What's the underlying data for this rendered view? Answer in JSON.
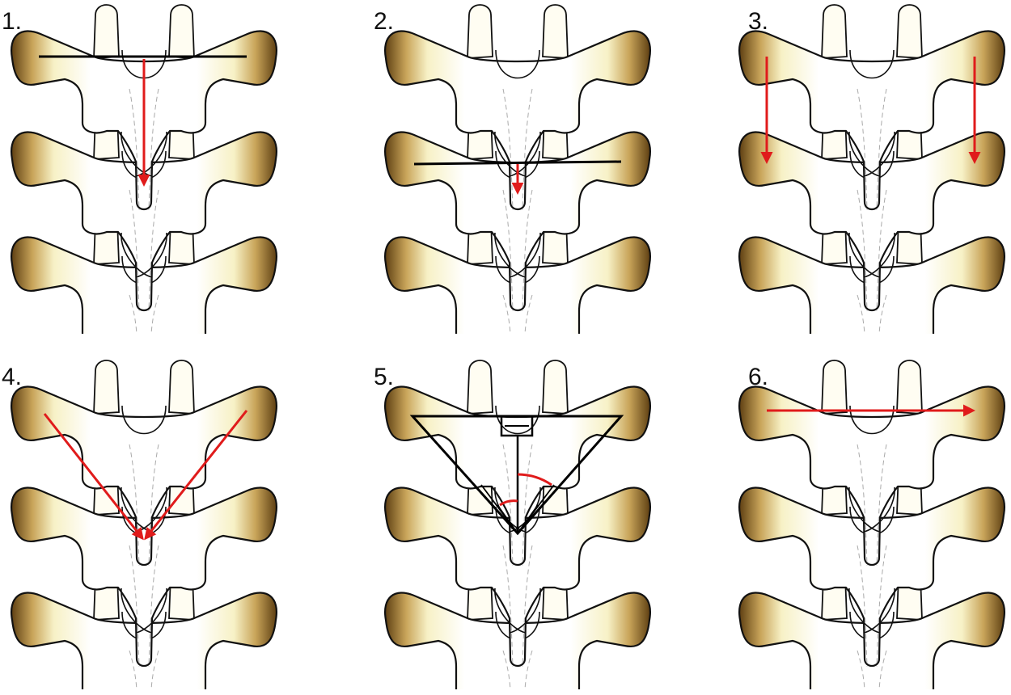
{
  "panels": [
    {
      "label": "1.",
      "measure": "midline-length"
    },
    {
      "label": "2.",
      "measure": "lower-midline-length"
    },
    {
      "label": "3.",
      "measure": "bilateral-vertical-lengths"
    },
    {
      "label": "4.",
      "measure": "oblique-lengths"
    },
    {
      "label": "5.",
      "measure": "triangle-angles"
    },
    {
      "label": "6.",
      "measure": "transverse-width"
    }
  ],
  "colors": {
    "bone_edge": "#6b4a1a",
    "bone_mid": "#f4ecc0",
    "measure_red": "#e01b1b",
    "measure_black": "#000000"
  }
}
